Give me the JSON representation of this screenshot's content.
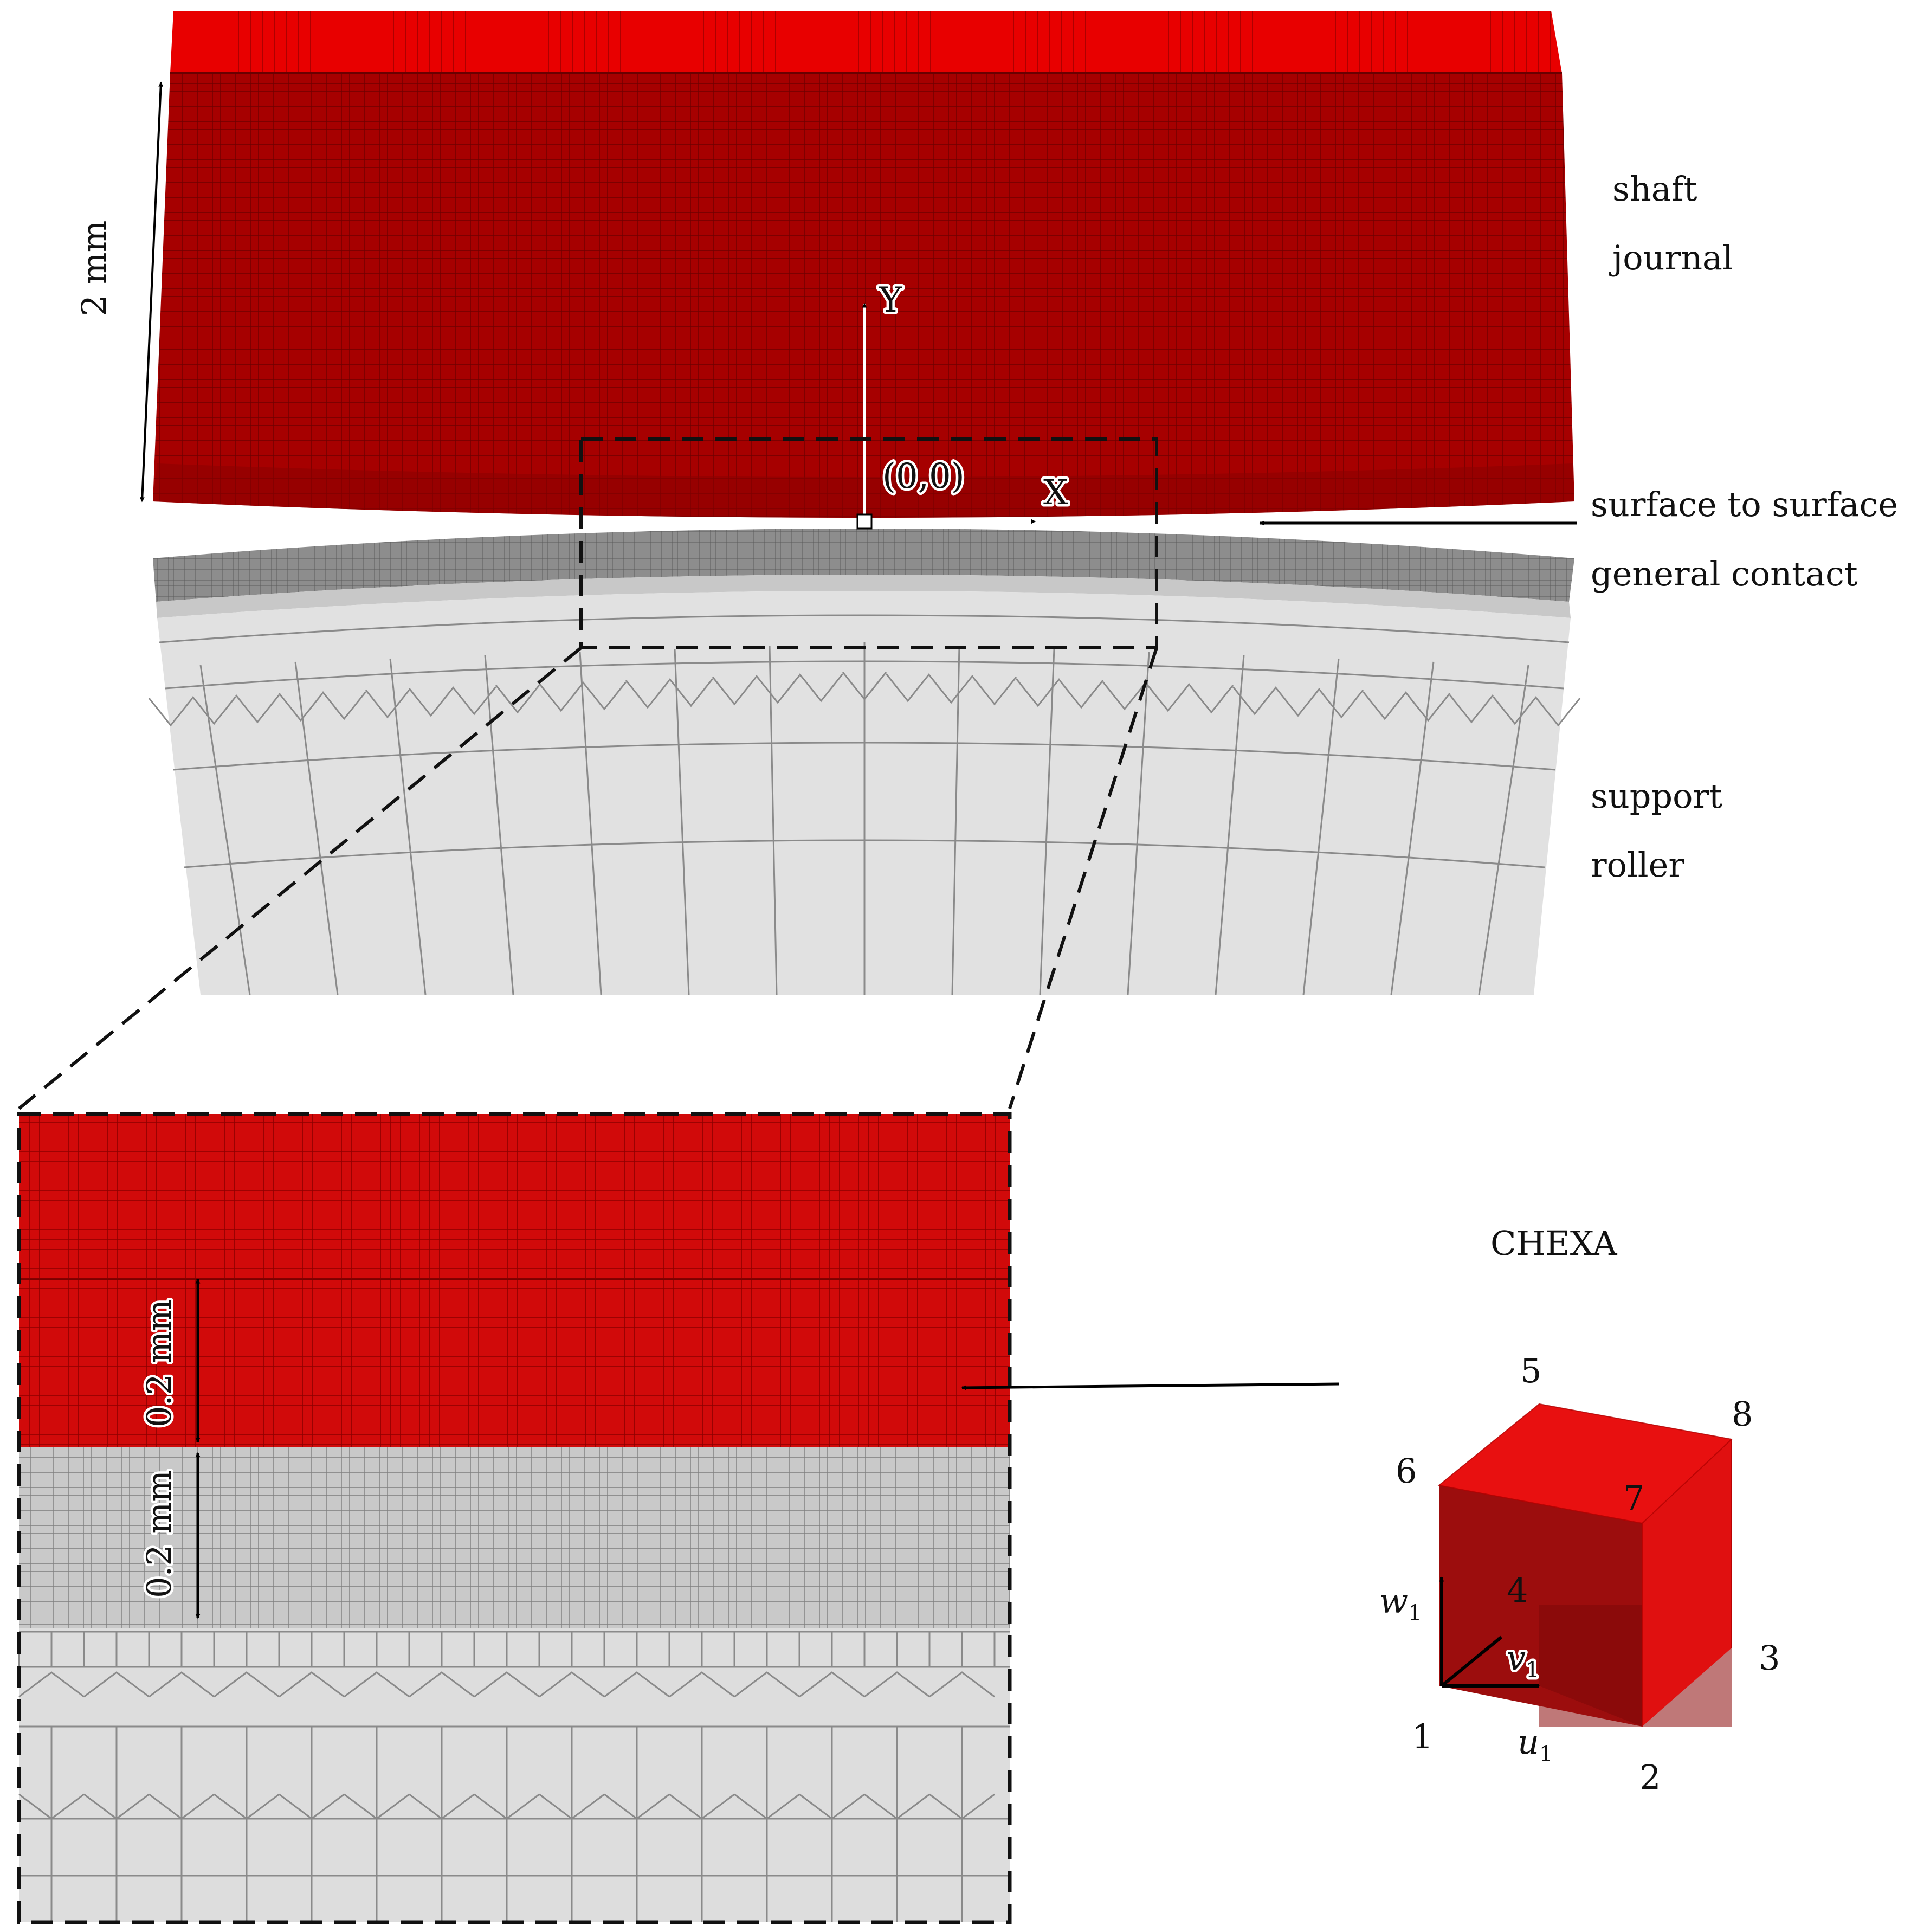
{
  "labels": {
    "shaft_line1": "shaft",
    "shaft_line2": "journal",
    "contact_line1": "surface to surface",
    "contact_line2": "general contact",
    "roller_line1": "support",
    "roller_line2": "roller",
    "dim_total": "2 mm",
    "dim_upper_layer": "0.2 mm",
    "dim_lower_layer": "0.2 mm",
    "axis_y": "Y",
    "axis_x": "X",
    "origin": "(0,0)",
    "element_type": "CHEXA"
  },
  "element": {
    "nodes": [
      "1",
      "2",
      "3",
      "4",
      "5",
      "6",
      "7",
      "8"
    ],
    "dof": {
      "u": "u",
      "v": "v",
      "w": "w",
      "subscript": "1"
    }
  },
  "colors": {
    "shaft_red": "#a80000",
    "shaft_dark": "#7a0000",
    "zoom_red": "#d40b0b",
    "contact_gray": "#8a8a8a",
    "roller_gray": "#e1e1e1",
    "mesh_line": "#7b7b7b",
    "cube_red": "#e81010"
  }
}
